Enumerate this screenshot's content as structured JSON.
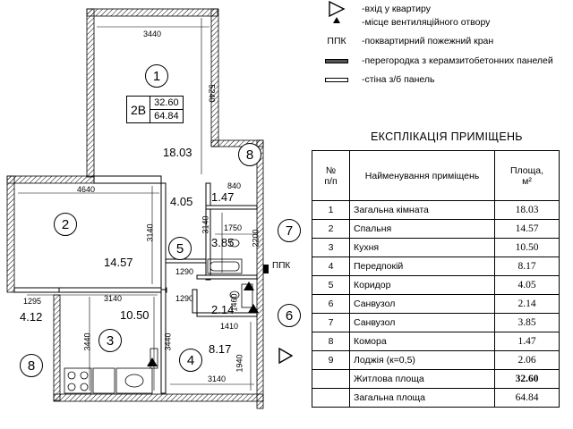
{
  "legend": [
    {
      "symbol": "entry-triangle-icon",
      "text": "-вхід у квартиру"
    },
    {
      "symbol": "vent-triangle-icon",
      "text": "-місце вентиляційного отвору"
    },
    {
      "symbol_text": "ППК",
      "text": "-поквартирний пожежний кран"
    },
    {
      "symbol": "dark-bar-icon",
      "text": "-перегородка з керамзитобетонних панелей"
    },
    {
      "symbol": "light-bar-icon",
      "text": "-стіна з/б панель"
    }
  ],
  "plan": {
    "apartment_type": "2В",
    "living_area": "32.60",
    "total_area": "64.84",
    "rooms": [
      {
        "num": "1",
        "area": "18.03"
      },
      {
        "num": "2",
        "area": "14.57"
      },
      {
        "num": "3",
        "area": "10.50"
      },
      {
        "num": "4",
        "area": "8.17"
      },
      {
        "num": "5",
        "area": "4.05"
      },
      {
        "num": "6",
        "area": "2.14"
      },
      {
        "num": "7",
        "area": "3.85"
      },
      {
        "num": "8",
        "area": "1.47"
      },
      {
        "num": "8",
        "area": "4.12"
      }
    ],
    "dimensions": [
      "3440",
      "5240",
      "4640",
      "3140",
      "840",
      "1750",
      "3140",
      "2200",
      "1290",
      "3140",
      "1290",
      "1460",
      "1410",
      "3440",
      "3440",
      "1940",
      "3140",
      "1295"
    ],
    "ppk_label": "ППК"
  },
  "explication": {
    "title": "ЕКСПЛІКАЦІЯ ПРИМІЩЕНЬ",
    "headers": {
      "num": "№\nп/п",
      "name": "Найменування приміщень",
      "area": "Площа,\nм²"
    },
    "rows": [
      {
        "num": "1",
        "name": "Загальна кімната",
        "area": "18.03"
      },
      {
        "num": "2",
        "name": "Спальня",
        "area": "14.57"
      },
      {
        "num": "3",
        "name": "Кухня",
        "area": "10.50"
      },
      {
        "num": "4",
        "name": "Передпокій",
        "area": "8.17"
      },
      {
        "num": "5",
        "name": "Коридор",
        "area": "4.05"
      },
      {
        "num": "6",
        "name": "Санвузол",
        "area": "2.14"
      },
      {
        "num": "7",
        "name": "Санвузол",
        "area": "3.85"
      },
      {
        "num": "8",
        "name": "Комора",
        "area": "1.47"
      },
      {
        "num": "9",
        "name": "Лоджія (к=0,5)",
        "area": "2.06"
      }
    ],
    "totals": [
      {
        "name": "Житлова площа",
        "area": "32.60"
      },
      {
        "name": "Загальна площа",
        "area": "64.84"
      }
    ]
  }
}
